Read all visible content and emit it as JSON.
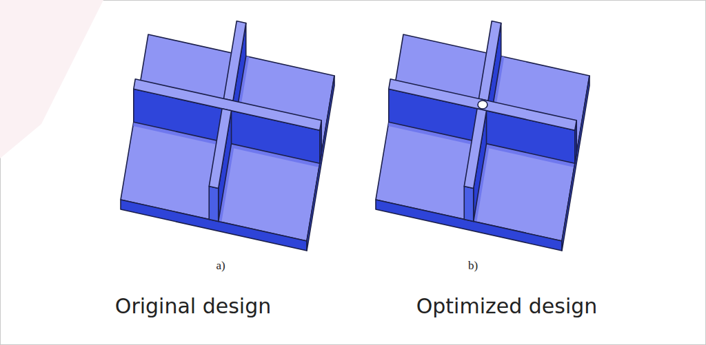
{
  "diagram": {
    "labels": [
      "a)",
      "b)",
      "Original design",
      "Optimized design"
    ]
  }
}
